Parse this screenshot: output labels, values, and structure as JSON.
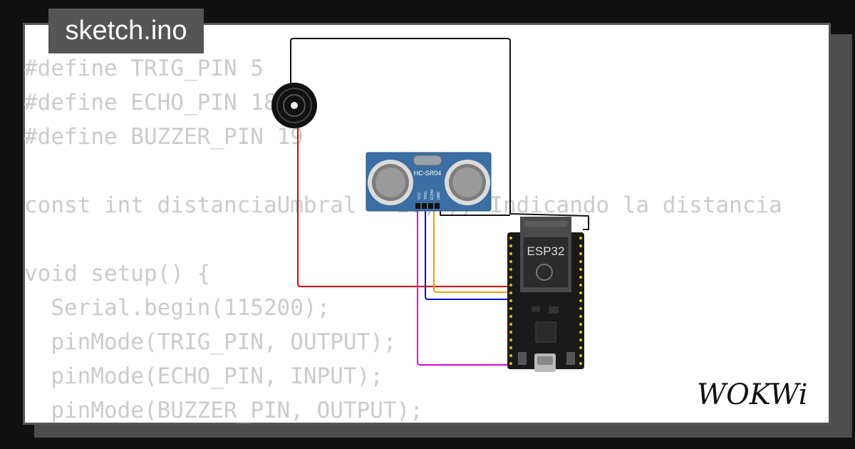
{
  "project": {
    "filename": "sketch.ino"
  },
  "code_lines": [
    "#define TRIG_PIN 5",
    "#define ECHO_PIN 18",
    "#define BUZZER_PIN 19",
    "",
    "const int distanciaUmbral = 20; // Indicando la distancia",
    "",
    "void setup() {",
    "  Serial.begin(115200);",
    "  pinMode(TRIG_PIN, OUTPUT);",
    "  pinMode(ECHO_PIN, INPUT);",
    "  pinMode(BUZZER_PIN, OUTPUT);"
  ],
  "components": {
    "sensor": {
      "label": "HC-SR04",
      "pins": [
        "VCC",
        "TRIG",
        "ECHO",
        "GND"
      ]
    },
    "mcu": {
      "label": "ESP32"
    }
  },
  "wire_colors": {
    "buzzer_signal": "#dd0000",
    "ground": "#111111",
    "trig": "#f0a000",
    "echo": "#0011cc",
    "vcc": "#e000e0"
  },
  "brand": {
    "logo_text": "WOKWi"
  }
}
